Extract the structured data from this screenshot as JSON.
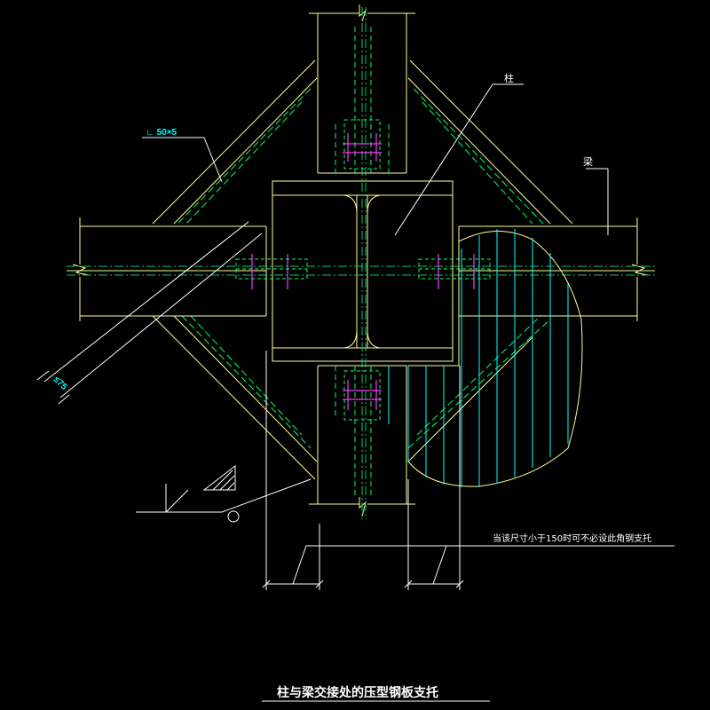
{
  "labels": {
    "column": "柱",
    "beam": "梁",
    "angle_steel": "∟ 50×5",
    "dimension": "≤75",
    "note": "当该尺寸小于150时可不必设此角钢支托",
    "title": "柱与梁交接处的压型钢板支托"
  },
  "colors": {
    "background": "#000000",
    "member": "#ffff99",
    "hidden": "#00ff66",
    "centerline": "#00cc66",
    "bolt": "#ff33ff",
    "hatch": "#00ffff",
    "leader": "#ffffff",
    "text_accent": "#00ffff"
  }
}
